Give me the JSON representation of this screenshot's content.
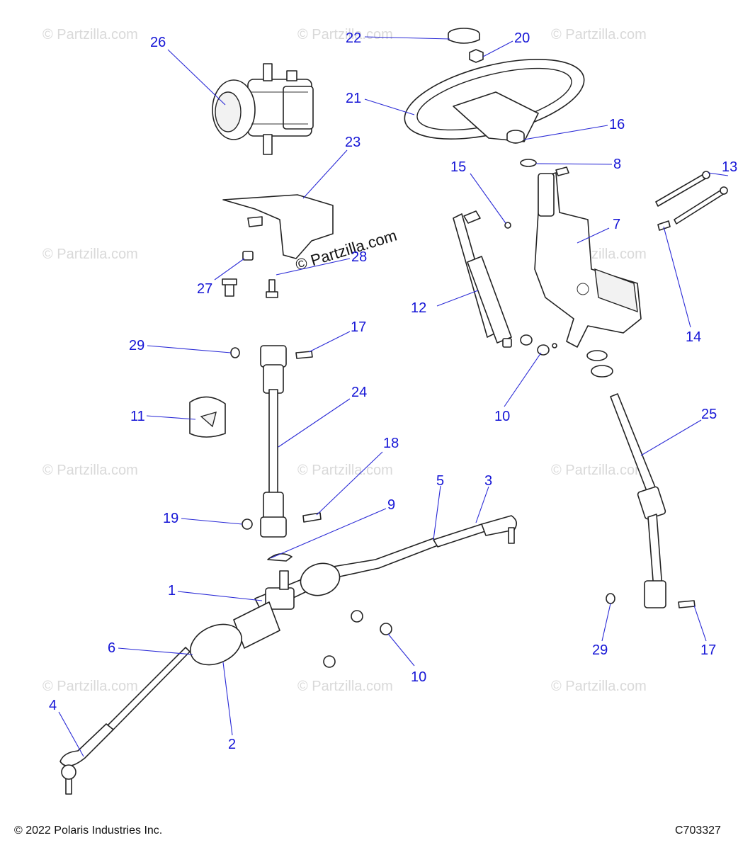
{
  "watermarks": {
    "text": "© Partzilla.com",
    "center_text": "© Partzilla.com"
  },
  "callouts": [
    {
      "id": "c26",
      "label": "26"
    },
    {
      "id": "c22",
      "label": "22"
    },
    {
      "id": "c20",
      "label": "20"
    },
    {
      "id": "c21",
      "label": "21"
    },
    {
      "id": "c16",
      "label": "16"
    },
    {
      "id": "c15",
      "label": "15"
    },
    {
      "id": "c8",
      "label": "8"
    },
    {
      "id": "c13",
      "label": "13"
    },
    {
      "id": "c23",
      "label": "23"
    },
    {
      "id": "c7",
      "label": "7"
    },
    {
      "id": "c28",
      "label": "28"
    },
    {
      "id": "c27",
      "label": "27"
    },
    {
      "id": "c12",
      "label": "12"
    },
    {
      "id": "c14",
      "label": "14"
    },
    {
      "id": "c29a",
      "label": "29"
    },
    {
      "id": "c17a",
      "label": "17"
    },
    {
      "id": "c24",
      "label": "24"
    },
    {
      "id": "c10a",
      "label": "10"
    },
    {
      "id": "c11",
      "label": "11"
    },
    {
      "id": "c25",
      "label": "25"
    },
    {
      "id": "c18",
      "label": "18"
    },
    {
      "id": "c5",
      "label": "5"
    },
    {
      "id": "c3",
      "label": "3"
    },
    {
      "id": "c9",
      "label": "9"
    },
    {
      "id": "c19",
      "label": "19"
    },
    {
      "id": "c1",
      "label": "1"
    },
    {
      "id": "c6",
      "label": "6"
    },
    {
      "id": "c29b",
      "label": "29"
    },
    {
      "id": "c17b",
      "label": "17"
    },
    {
      "id": "c10b",
      "label": "10"
    },
    {
      "id": "c4",
      "label": "4"
    },
    {
      "id": "c2",
      "label": "2"
    }
  ],
  "footer": {
    "copyright": "© 2022 Polaris Industries Inc.",
    "diagram_code": "C703327"
  }
}
